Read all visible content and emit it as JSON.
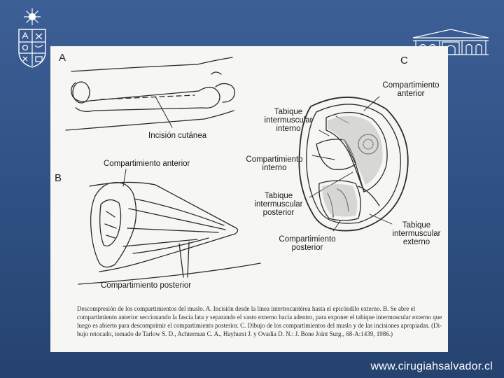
{
  "figure": {
    "panel_a": {
      "letter": "A",
      "label_incision": "Incisión cutánea"
    },
    "panel_b": {
      "letter": "B",
      "label_anterior": "Compartimiento anterior",
      "label_posterior": "Compartimiento posterior"
    },
    "panel_c": {
      "letter": "C",
      "label_anterior_1": "Compartimiento",
      "label_anterior_2": "anterior",
      "label_septum_int_1": "Tabique",
      "label_septum_int_2": "intermuscular",
      "label_septum_int_3": "interno",
      "label_interno_1": "Compartimiento",
      "label_interno_2": "interno",
      "label_septum_post_1": "Tabique",
      "label_septum_post_2": "intermuscular",
      "label_septum_post_3": "posterior",
      "label_septum_ext_1": "Tabique",
      "label_septum_ext_2": "intermuscular",
      "label_septum_ext_3": "externo",
      "label_posterior_1": "Compartimiento",
      "label_posterior_2": "posterior"
    },
    "caption": {
      "line1": "Descompresión de los compartimientos del muslo. A. Incisión desde la línea intertrocantérea hasta el epicóndilo externo. B. Se abre el",
      "line2": "compartimiento anterior seccionando la fascia lata y separando el vasto externo hacia adentro, para exponer el tabique intermuscular externo que",
      "line3": "luego es abierto para descomprimir el compartimiento posterior. C. Dibujo de los compartimientos del muslo y de las incisiones apropiadas. (Di-",
      "line4": "bujo retocado, tomado de Tarlow S. D., Achterman C. A., Hayhurst J. y Ovadia D. N.: J. Bone Joint Surg., 68-A:1439, 1986.)"
    }
  },
  "footer": {
    "url": "www.cirugiahsalvador.cl"
  }
}
